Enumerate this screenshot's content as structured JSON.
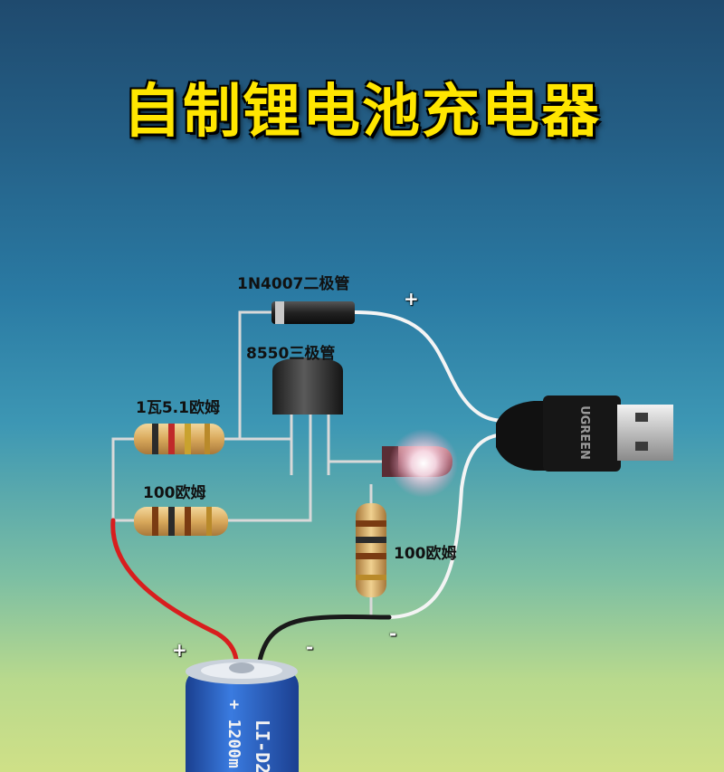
{
  "title": "自制锂电池充电器",
  "labels": {
    "diode": "1N4007二极管",
    "transistor": "8550三极管",
    "resistor_1w": "1瓦5.1欧姆",
    "resistor_100_left": "100欧姆",
    "resistor_100_right": "100欧姆"
  },
  "signs": {
    "usb_plus": "+",
    "usb_minus": "-",
    "battery_plus": "+",
    "battery_minus": "-"
  },
  "usb_brand": "UGREEN",
  "battery": {
    "model": "LI-D2",
    "capacity": "+ 1200m"
  },
  "colors": {
    "title": "#ffe600",
    "wire_red": "#d81e1e",
    "wire_black": "#1a1a1a",
    "wire_white": "#f4f4f4",
    "battery_blue": "#2c62c9"
  }
}
